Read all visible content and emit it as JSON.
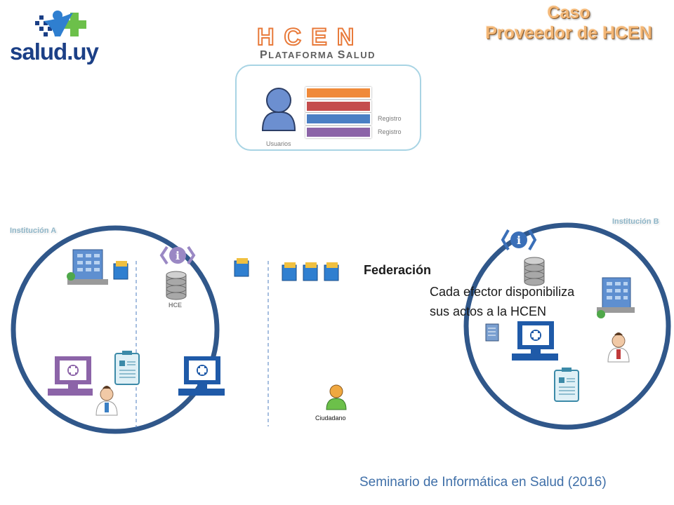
{
  "header": {
    "logo_text": "salud.uy",
    "title_line1": "Caso",
    "title_line2": "Proveedor de HCEN",
    "hcen": "HCEN",
    "plataforma_p": "P",
    "plataforma_rest1": "LATAFORMA ",
    "plataforma_s": "S",
    "plataforma_rest2": "ALUD"
  },
  "platform": {
    "usuarios": "Usuarios",
    "registro_1": "Registro",
    "registro_2": "Registro",
    "bar_colors": [
      "#f08a3a",
      "#c44d4d",
      "#4a7fc4",
      "#8c64a8"
    ]
  },
  "institutions": {
    "a_label": "Institución A",
    "b_label": "Institución B",
    "hce_label": "HCE"
  },
  "ciudadano": "Ciudadano",
  "federacion": {
    "heading": "Federación",
    "line1": "Cada efector disponibiliza",
    "line2": "sus actos a la HCEN"
  },
  "footer": "Seminario de Informática en Salud (2016)",
  "colors": {
    "circle": "#30578a",
    "title": "#f3b777",
    "footer": "#3f6fa8"
  }
}
